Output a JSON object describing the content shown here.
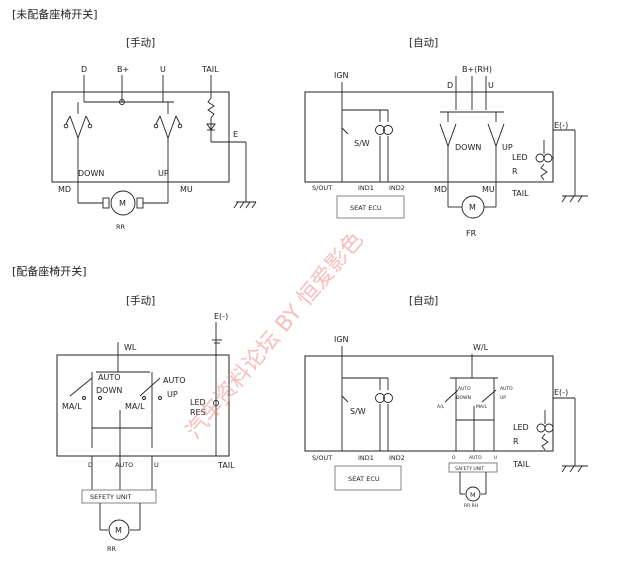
{
  "sections": {
    "without_seat_switch": "[未配备座椅开关]",
    "with_seat_switch": "[配备座椅开关]"
  },
  "panels": {
    "manual_title": "[手动]",
    "auto_title": "[自动]"
  },
  "labels": {
    "D": "D",
    "U": "U",
    "Bplus": "B+",
    "Bplus_rh": "B+(RH)",
    "TAIL": "TAIL",
    "E": "E",
    "Eminus": "E(-)",
    "IGN": "IGN",
    "DOWN": "DOWN",
    "UP": "UP",
    "MD": "MD",
    "MU": "MU",
    "M": "M",
    "RR": "RR",
    "FR": "FR",
    "SW": "S/W",
    "SOUT": "S/OUT",
    "IND1": "IND1",
    "IND2": "IND2",
    "SEAT_ECU": "SEAT ECU",
    "LED": "LED",
    "R": "R",
    "WL": "WL",
    "W_L": "W/L",
    "AUTO": "AUTO",
    "MAL": "MA/L",
    "RES": "RES",
    "SAFETY_UNIT": "SEFETY UNIT",
    "SAFETY_UNIT_SMALL": "SAFETY UNIT",
    "RR_RH": "RR RH",
    "AL": "A/L",
    "O": "O",
    "DOWN_SMALL": "DOWN"
  },
  "watermark": "汽车资料论坛 BY 恒爱影色"
}
